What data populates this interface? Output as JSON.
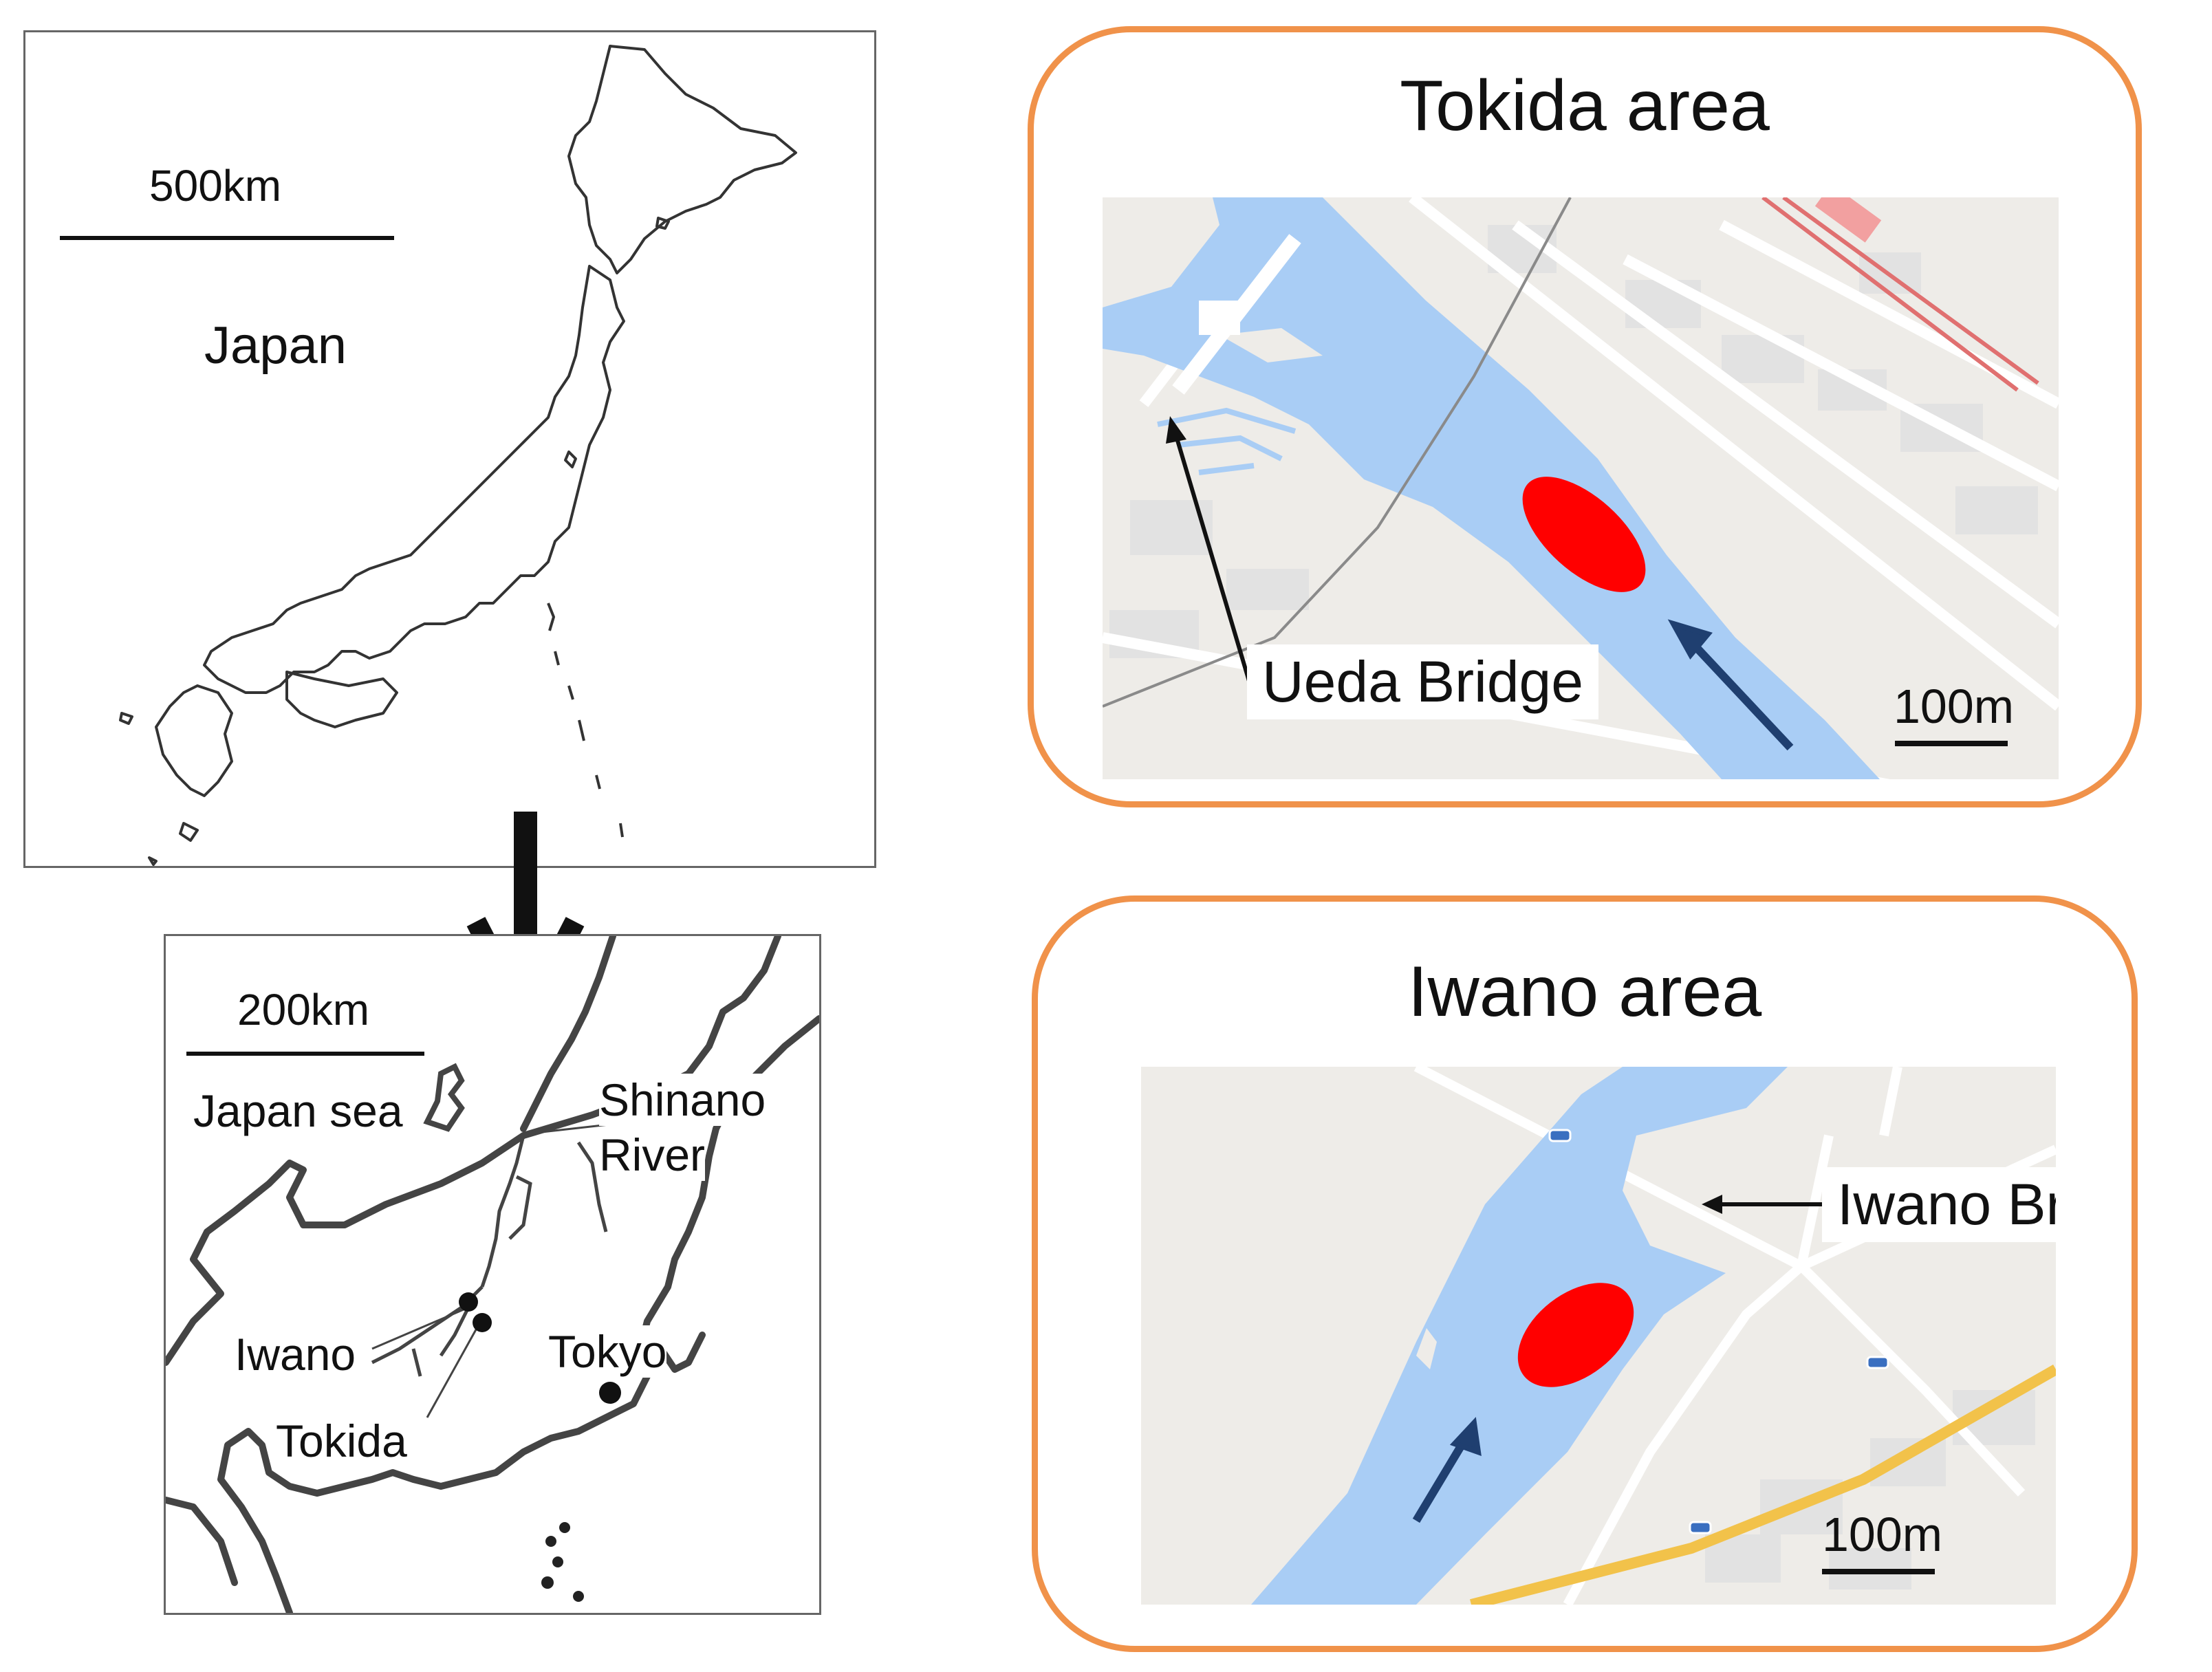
{
  "japan_map": {
    "scale_label": "500km",
    "country_label": "Japan"
  },
  "detail_map": {
    "scale_label": "200km",
    "sea_label": "Japan sea",
    "river_label_line1": "Shinano",
    "river_label_line2": "River",
    "site_labels": [
      "Iwano",
      "Tokida",
      "Tokyo"
    ]
  },
  "tokida_panel": {
    "title": "Tokida area",
    "bridge_label": "Ueda Bridge",
    "scale_label": "100m"
  },
  "iwano_panel": {
    "title": "Iwano area",
    "bridge_label": "Iwano Bridge",
    "scale_label": "100m"
  },
  "colors": {
    "frame_orange": "#f0924a",
    "river_blue": "#a9cdf5",
    "study_site_red": "#ff0000",
    "flow_arrow": "#1f3f70",
    "land": "#eeece8",
    "road": "#ffffff",
    "highway": "#f2c24a"
  },
  "icons": [
    "flow-direction-arrow-icon",
    "study-site-ellipse",
    "pointer-arrow-icon",
    "down-arrow-icon"
  ]
}
